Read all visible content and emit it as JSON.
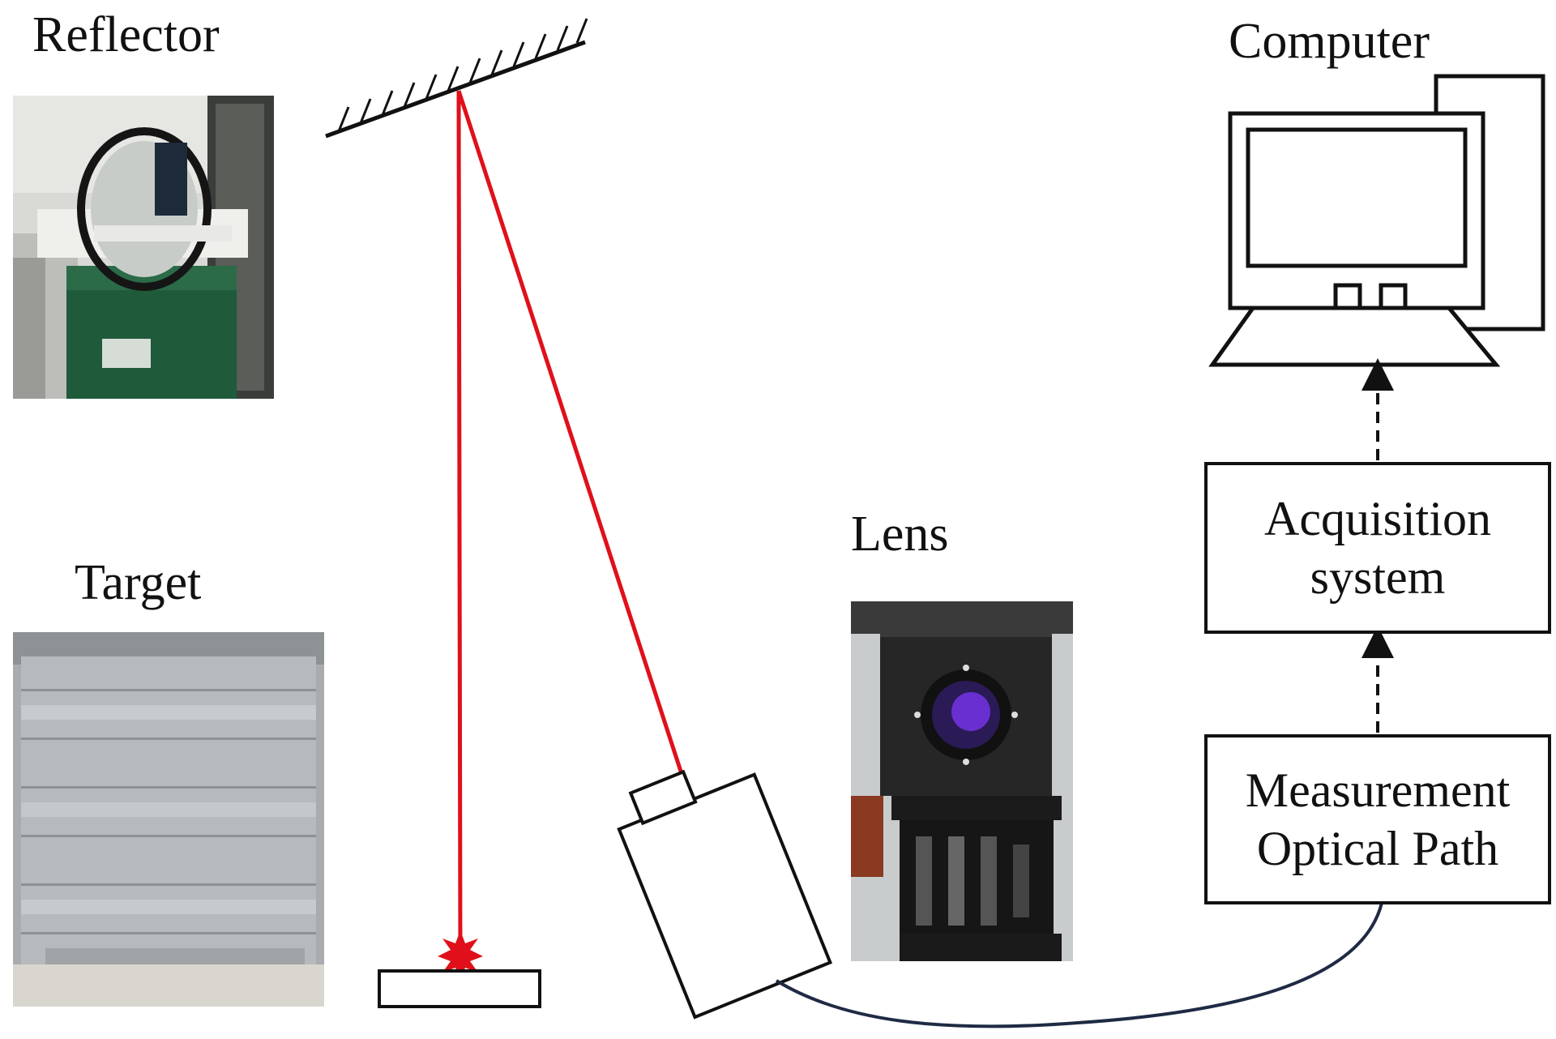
{
  "labels": {
    "reflector": "Reflector",
    "target": "Target",
    "lens": "Lens",
    "computer": "Computer"
  },
  "boxes": {
    "acquisition_line1": "Acquisition",
    "acquisition_line2": "system",
    "measurement_line1": "Measurement",
    "measurement_line2": "Optical Path"
  },
  "colors": {
    "laser": "#e0101a",
    "cable": "#1f2a44",
    "line": "#111111"
  }
}
